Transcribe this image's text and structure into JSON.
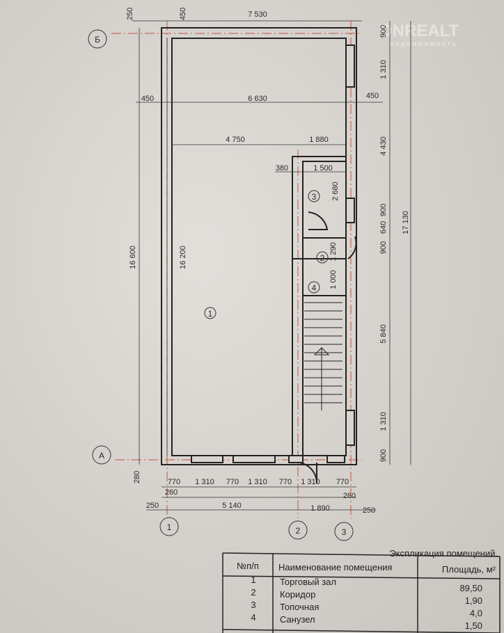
{
  "watermark": {
    "brand": "ONREALT",
    "sub": "недвижимость"
  },
  "axes": {
    "b": "Б",
    "a": "А",
    "one": "1",
    "two": "2",
    "three": "3"
  },
  "rooms": {
    "r1": "1",
    "r2": "2",
    "r3": "3",
    "r4": "4"
  },
  "dims": {
    "top_250": "250",
    "top_450": "450",
    "top_7530": "7 530",
    "row2_450_left": "450",
    "row2_6630": "6 630",
    "row2_450_right": "450",
    "row3_4750": "4 750",
    "row3_1880": "1 880",
    "r3_380": "380",
    "r3_1500": "1 500",
    "left_16600": "16 600",
    "left_16200": "16 200",
    "right_900_a": "900",
    "right_1310_a": "1 310",
    "right_4430": "4 430",
    "right_2680": "2 680",
    "right_900_b": "900",
    "right_640": "640",
    "right_900_c": "900",
    "right_1290": "1 290",
    "right_1000": "1 000",
    "right_17130": "17 130",
    "right_5840": "5 840",
    "right_1310_b": "1 310",
    "right_900_d": "900",
    "bot_280": "280",
    "bot_770_1": "770",
    "bot_1310_1": "1 310",
    "bot_770_2": "770",
    "bot_1310_2": "1 310",
    "bot_770_3": "770",
    "bot_1310_3": "1 310",
    "bot_770_4": "770",
    "bot_260_l": "260",
    "bot_260_r": "260",
    "bot_250_l": "250",
    "bot_5140": "5 140",
    "bot_1890": "1 890",
    "bot_250_r": "250"
  },
  "table": {
    "title": "Экспликация помещений.",
    "headers": [
      "№п/п",
      "Наименование помещения",
      "Площадь, м²"
    ],
    "rows": [
      {
        "no": "1",
        "name": "Торговый зал",
        "area": "89,50"
      },
      {
        "no": "2",
        "name": "Коридор",
        "area": "1,90"
      },
      {
        "no": "3",
        "name": "Топочная",
        "area": "4,0"
      },
      {
        "no": "4",
        "name": "Санузел",
        "area": "1,50"
      }
    ]
  }
}
